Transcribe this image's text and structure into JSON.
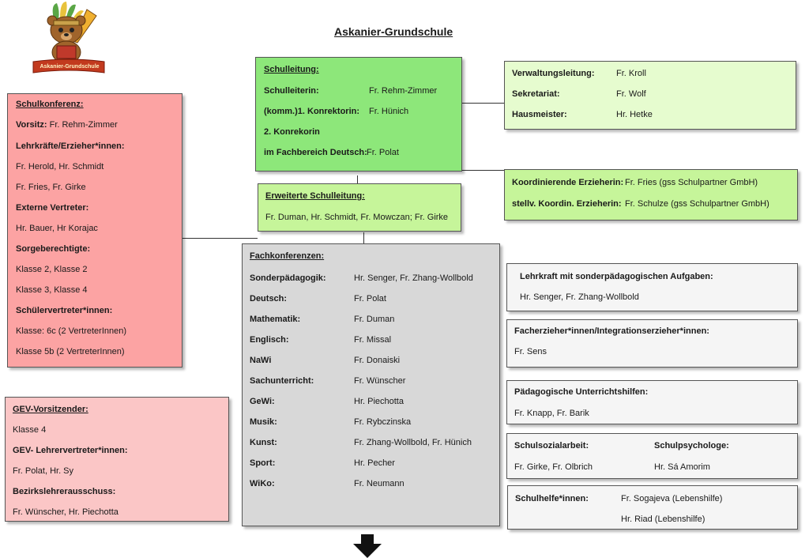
{
  "title": "Askanier-Grundschule",
  "logo": {
    "banner_text": "Askanier-Grundschule"
  },
  "colors": {
    "green_bright": "#8de77a",
    "green_light": "#e6fccf",
    "green_mid": "#c6f59a",
    "red_box": "#fca3a3",
    "pink_box": "#fbc6c6",
    "grey_box": "#d8d8d8",
    "light_grey": "#f5f5f5"
  },
  "schulleitung": {
    "heading": "Schulleitung:",
    "rows": [
      {
        "label": "Schulleiterin:",
        "value": "Fr. Rehm-Zimmer"
      },
      {
        "label": "(komm.)1.  Konrektorin:",
        "value": "Fr. Hünich"
      },
      {
        "label": "2. Konrekorin",
        "value": ""
      },
      {
        "label": "im Fachbereich Deutsch:",
        "value": "Fr. Polat"
      }
    ]
  },
  "verwaltung": {
    "rows": [
      {
        "label": "Verwaltungsleitung:",
        "value": "Fr. Kroll"
      },
      {
        "label": "Sekretariat:",
        "value": "Fr. Wolf"
      },
      {
        "label": "Hausmeister:",
        "value": "Hr. Hetke"
      }
    ]
  },
  "erzieher": {
    "rows": [
      {
        "label": "Koordinierende Erzieherin:",
        "value": "Fr. Fries (gss Schulpartner  GmbH)"
      },
      {
        "label": "stellv. Koordin. Erzieherin:",
        "value": "Fr. Schulze (gss Schulpartner  GmbH)"
      }
    ]
  },
  "erweiterte": {
    "heading": "Erweiterte Schulleitung:",
    "text": "Fr. Duman, Hr. Schmidt, Fr. Mowczan; Fr. Girke"
  },
  "schulkonferenz": {
    "heading": "Schulkonferenz:",
    "vorsitz_label": "Vorsitz:",
    "vorsitz_value": "Fr. Rehm-Zimmer",
    "lines": [
      {
        "text": "Lehrkräfte/Erzieher*innen:",
        "bold": true
      },
      {
        "text": "Fr. Herold, Hr. Schmidt",
        "bold": false
      },
      {
        "text": "Fr. Fries, Fr. Girke",
        "bold": false
      },
      {
        "text": "Externe Vertreter:",
        "bold": true
      },
      {
        "text": "Hr. Bauer, Hr Korajac",
        "bold": false
      },
      {
        "text": "Sorgeberechtigte:",
        "bold": true
      },
      {
        "text": "Klasse 2, Klasse 2",
        "bold": false
      },
      {
        "text": "Klasse 3, Klasse 4",
        "bold": false
      },
      {
        "text": "Schülervertreter*innen:",
        "bold": true
      },
      {
        "text": "Klasse: 6c (2 VertreterInnen)",
        "bold": false
      },
      {
        "text": "Klasse 5b (2 VertreterInnen)",
        "bold": false
      }
    ]
  },
  "gev": {
    "heading": "GEV-Vorsitzender:",
    "lines": [
      {
        "text": "Klasse 4",
        "bold": false
      },
      {
        "text": "GEV- Lehrervertreter*innen:",
        "bold": true
      },
      {
        "text": "Fr. Polat, Hr. Sy",
        "bold": false
      },
      {
        "text": "Bezirkslehrerausschuss:",
        "bold": true
      },
      {
        "text": "Fr. Wünscher, Hr. Piechotta",
        "bold": false
      }
    ]
  },
  "fachkonferenzen": {
    "heading": "Fachkonferenzen:",
    "rows": [
      {
        "label": "Sonderpädagogik:",
        "value": "Hr. Senger, Fr.  Zhang-Wollbold"
      },
      {
        "label": "Deutsch:",
        "value": "Fr. Polat"
      },
      {
        "label": "Mathematik:",
        "value": "Fr. Duman"
      },
      {
        "label": "Englisch:",
        "value": "Fr. Missal"
      },
      {
        "label": "NaWi",
        "value": "Fr. Donaiski"
      },
      {
        "label": "Sachunterricht:",
        "value": "Fr. Wünscher"
      },
      {
        "label": "GeWi:",
        "value": "Hr. Piechotta"
      },
      {
        "label": "Musik:",
        "value": "Fr. Rybczinska"
      },
      {
        "label": "Kunst:",
        "value": "Fr. Zhang-Wollbold, Fr. Hünich"
      },
      {
        "label": "Sport:",
        "value": "Hr. Pecher"
      },
      {
        "label": "WiKo:",
        "value": "Fr. Neumann"
      }
    ]
  },
  "sonderpaed": {
    "heading": "Lehrkraft mit sonderpädagogischen Aufgaben:",
    "text": "Hr. Senger, Fr. Zhang-Wollbold"
  },
  "facherzieher": {
    "heading": "Facherzieher*innen/Integrationserzieher*innen:",
    "text": "Fr. Sens"
  },
  "unterrichtshilfen": {
    "heading": "Pädagogische Unterrichtshilfen:",
    "text": "Fr. Knapp, Fr. Barik"
  },
  "sozial": {
    "heading1": "Schulsozialarbeit:",
    "text1": "Fr. Girke, Fr. Olbrich",
    "heading2": "Schulpsychologe:",
    "text2": "Hr. Sá  Amorim"
  },
  "schulhelfer": {
    "heading": "Schulhelfe*innen:",
    "line1": "Fr.  Sogajeva  (Lebenshilfe)",
    "line2": "Hr. Riad (Lebenshilfe)"
  }
}
